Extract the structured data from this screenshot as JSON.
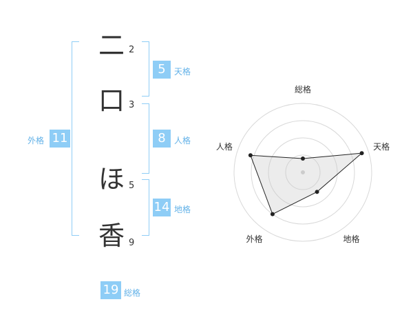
{
  "name": {
    "chars": [
      "二",
      "口",
      "ほ",
      "香"
    ],
    "strokes": [
      "2",
      "3",
      "5",
      "9"
    ]
  },
  "scores": {
    "ten": {
      "value": "5",
      "label": "天格"
    },
    "jin": {
      "value": "8",
      "label": "人格"
    },
    "chi": {
      "value": "14",
      "label": "地格"
    },
    "gai": {
      "value": "11",
      "label": "外格"
    },
    "so": {
      "value": "19",
      "label": "総格"
    }
  },
  "chart_data": {
    "type": "radar",
    "axes": [
      "総格",
      "天格",
      "地格",
      "外格",
      "人格"
    ],
    "values": [
      0.2,
      0.9,
      0.35,
      0.75,
      0.8
    ],
    "range": [
      0,
      1
    ],
    "rings": 4
  }
}
